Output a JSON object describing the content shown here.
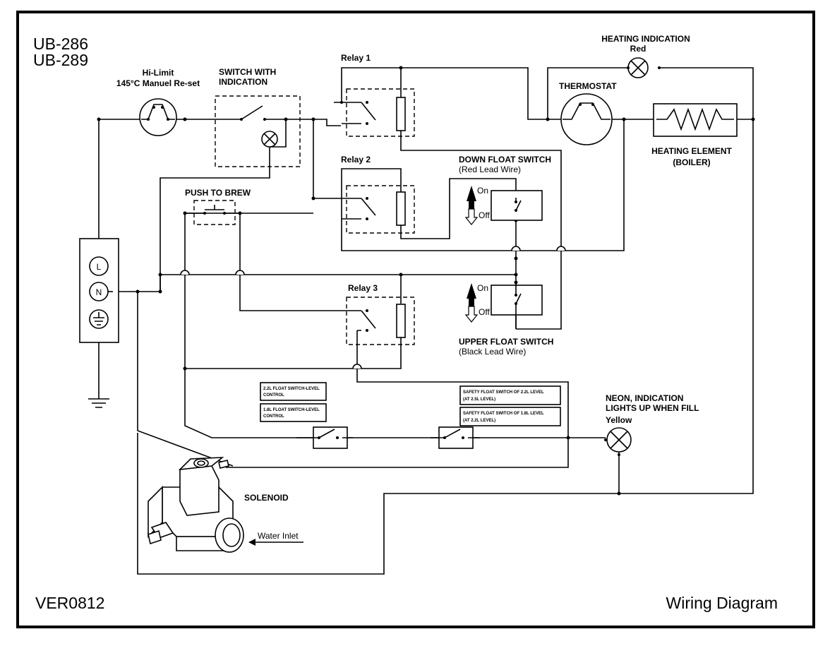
{
  "header": {
    "models": [
      "UB-286",
      "UB-289"
    ]
  },
  "footer": {
    "version": "VER0812",
    "title": "Wiring Diagram"
  },
  "labels": {
    "hi_limit": [
      "Hi-Limit",
      "145°C Manuel Re-set"
    ],
    "switch_indication": [
      "SWITCH WITH",
      "INDICATION"
    ],
    "relay1": "Relay 1",
    "relay2": "Relay 2",
    "relay3": "Relay 3",
    "heating_indication": [
      "HEATING INDICATION",
      "Red"
    ],
    "thermostat": "THERMOSTAT",
    "heating_element": [
      "HEATING ELEMENT",
      "(BOILER)"
    ],
    "down_float": [
      "DOWN FLOAT SWITCH",
      "(Red Lead Wire)"
    ],
    "upper_float": [
      "UPPER FLOAT SWITCH",
      "(Black Lead Wire)"
    ],
    "push_to_brew": "PUSH TO BREW",
    "neon": [
      "NEON, INDICATION",
      "LIGHTS UP WHEN FILL",
      "Yellow"
    ],
    "solenoid": "SOLENOID",
    "water_inlet": "Water Inlet",
    "on": "On",
    "off": "Off",
    "terminal_l": "L",
    "terminal_n": "N",
    "level_22": [
      "2.2L FLOAT SWITCH-LEVEL",
      "CONTROL"
    ],
    "level_18": [
      "1.8L FLOAT SWITCH-LEVEL",
      "CONTROL"
    ],
    "safety_22": [
      "SAFETY FLOAT SWITCH OF 2.2L LEVEL",
      "(AT 2.5L LEVEL)"
    ],
    "safety_18": [
      "SAFETY FLOAT SWITCH OF 1.8L LEVEL",
      "(AT 2.2L LEVEL)"
    ]
  }
}
